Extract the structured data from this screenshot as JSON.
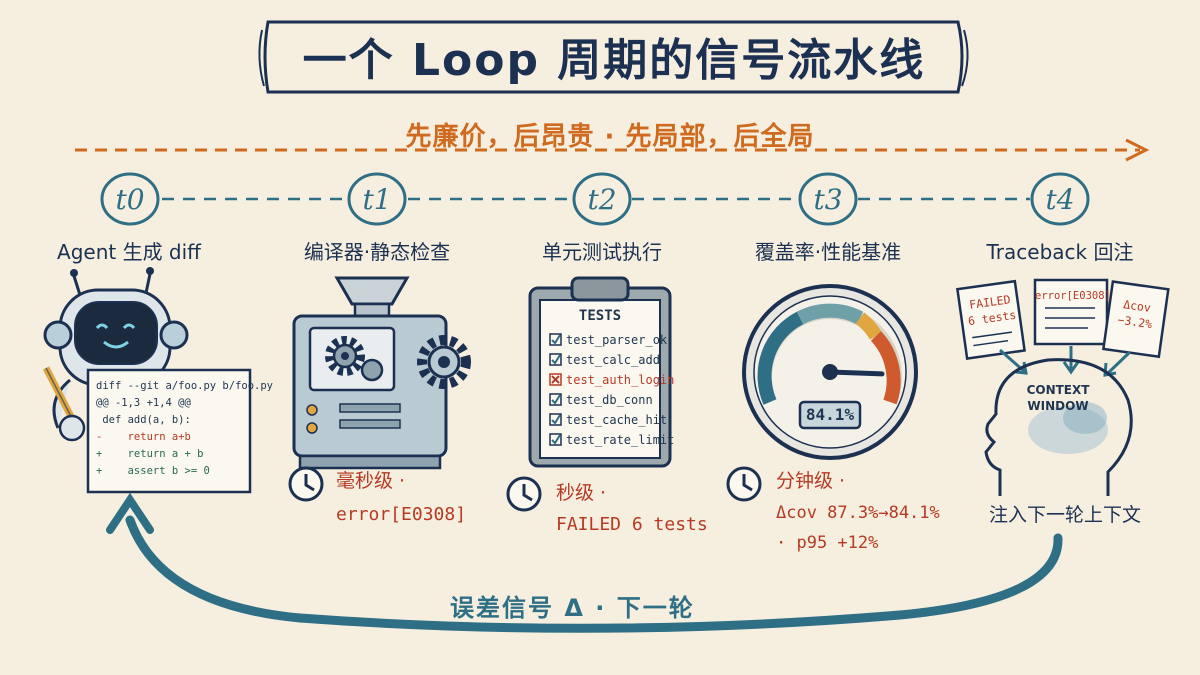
{
  "title": "一个 Loop 周期的信号流水线",
  "subtitle": "先廉价，后昂贵 · 先局部，后全局",
  "stages": [
    {
      "time": "t0",
      "title": "Agent 生成 diff"
    },
    {
      "time": "t1",
      "title": "编译器·静态检查"
    },
    {
      "time": "t2",
      "title": "单元测试执行"
    },
    {
      "time": "t3",
      "title": "覆盖率·性能基准"
    },
    {
      "time": "t4",
      "title": "Traceback 回注"
    }
  ],
  "diff_lines": [
    "diff --git a/foo.py b/foo.py",
    "@@ -1,3 +1,4 @@",
    " def add(a, b):",
    "-    return a+b",
    "+    return a + b",
    "+    assert b >= 0"
  ],
  "compiler_note": {
    "line1": "毫秒级 ·",
    "line2": "error[E0308]"
  },
  "tests": {
    "header": "TESTS",
    "items": [
      {
        "name": "test_parser_ok",
        "status": "pass"
      },
      {
        "name": "test_calc_add",
        "status": "pass"
      },
      {
        "name": "test_auth_login",
        "status": "fail"
      },
      {
        "name": "test_db_conn",
        "status": "pass"
      },
      {
        "name": "test_cache_hit",
        "status": "pass"
      },
      {
        "name": "test_rate_limit",
        "status": "pass"
      }
    ]
  },
  "tests_note": {
    "line1": "秒级 ·",
    "line2": "FAILED 6 tests"
  },
  "gauge": {
    "readout": "84.1%",
    "level": 0.841
  },
  "coverage_note": {
    "line1": "分钟级 ·",
    "line2": "Δcov 87.3%→84.1%",
    "line3": "· p95 +12%"
  },
  "cards": [
    {
      "line1": "FAILED",
      "line2": "6 tests"
    },
    {
      "line1": "error[E0308]",
      "line2": ""
    },
    {
      "line1": "Δcov",
      "line2": "−3.2%"
    }
  ],
  "context_window": {
    "line1": "CONTEXT",
    "line2": "WINDOW"
  },
  "inject_label": "注入下一轮上下文",
  "bottom_label": "误差信号 Δ · 下一轮",
  "colors": {
    "ink": "#1c3152",
    "teal": "#2f6f86",
    "orange": "#cf6a1e",
    "red": "#b63a24",
    "paper": "#f6efe0"
  }
}
